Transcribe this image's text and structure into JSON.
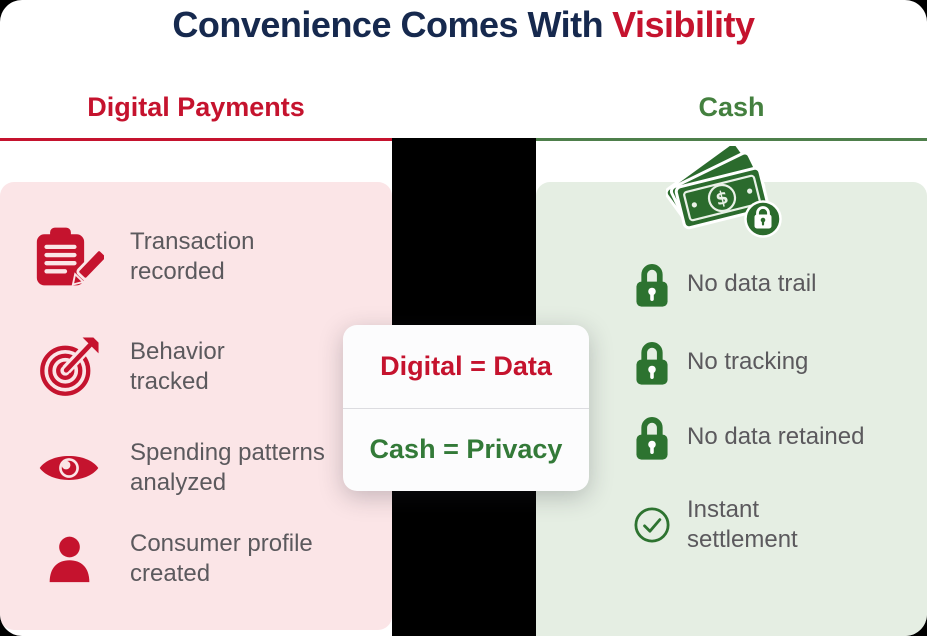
{
  "title": {
    "prefix": "Convenience Comes With",
    "highlight": "Visibility"
  },
  "columns": {
    "digital": {
      "heading": "Digital Payments",
      "items": [
        {
          "icon": "clipboard-pencil-icon",
          "text": "Transaction recorded"
        },
        {
          "icon": "target-dart-icon",
          "text": "Behavior tracked"
        },
        {
          "icon": "eye-icon",
          "text": "Spending patterns analyzed"
        },
        {
          "icon": "person-icon",
          "text": "Consumer profile created"
        }
      ]
    },
    "cash": {
      "heading": "Cash",
      "header_icon": "banknotes-lock-icon",
      "items": [
        {
          "icon": "padlock-icon",
          "text": "No data trail"
        },
        {
          "icon": "padlock-icon",
          "text": "No tracking"
        },
        {
          "icon": "padlock-icon",
          "text": "No data retained"
        },
        {
          "icon": "check-circle-icon",
          "text": "Instant settlement"
        }
      ]
    }
  },
  "center_card": {
    "digital_line": "Digital = Data",
    "cash_line": "Cash = Privacy"
  },
  "colors": {
    "navy": "#16294e",
    "red": "#c5132e",
    "green": "#2d7330",
    "green_dark": "#2b6b2d",
    "green_heading": "#44803f",
    "green_underline": "#4e7f4b",
    "green_card": "#337a38",
    "panel_pink": "#fbe5e7",
    "panel_green": "#e5eee3",
    "text_gray": "#5b595d",
    "card_bg": "#fcfcfd",
    "divider": "#dcdce0",
    "strip": "#000000"
  }
}
